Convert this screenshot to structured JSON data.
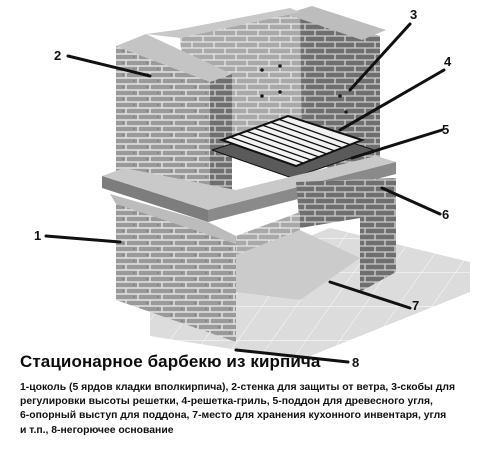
{
  "figure": {
    "title": "Стационарное барбекю из кирпича",
    "caption_lines": [
      "1-цоколь (5 ярдов кладки вполкирпича), 2-стенка для защиты от ветра, 3-скобы для",
      "регулировки высоты решетки, 4-решетка-гриль, 5-поддон для древесного угля,",
      "6-опорный выступ для поддона, 7-место для хранения кухонного инвентаря, угля",
      "и т.п.,  8-негорючее основание"
    ],
    "callouts": [
      "1",
      "2",
      "3",
      "4",
      "5",
      "6",
      "7",
      "8"
    ]
  },
  "colors": {
    "brick_face": "#9a9a9a",
    "brick_side": "#6f6f6f",
    "mortar": "#e4e4e4",
    "ground": "#d9d9d9",
    "ink": "#111111"
  }
}
